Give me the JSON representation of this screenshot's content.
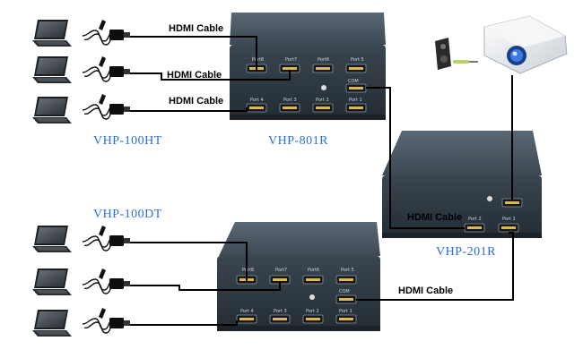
{
  "labels": {
    "hdmi_cable": "HDMI Cable",
    "vhp_100ht": "VHP-100HT",
    "vhp_100dt": "VHP-100DT",
    "vhp_801r": "VHP-801R",
    "vhp_201r": "VHP-201R"
  },
  "ports_801r": {
    "top": [
      "Port8",
      "Port7",
      "Port6",
      "Port 5"
    ],
    "bottom": [
      "Port 4",
      "Port 3",
      "Port 2",
      "Port 1"
    ],
    "com": "COM"
  },
  "ports_201r": {
    "top": "Port 2",
    "bottom": "Port 1"
  },
  "colors": {
    "box_body": "#3a4651",
    "box_front": "#2b353e",
    "model_text": "#2a6fd6",
    "cable": "#000000"
  }
}
